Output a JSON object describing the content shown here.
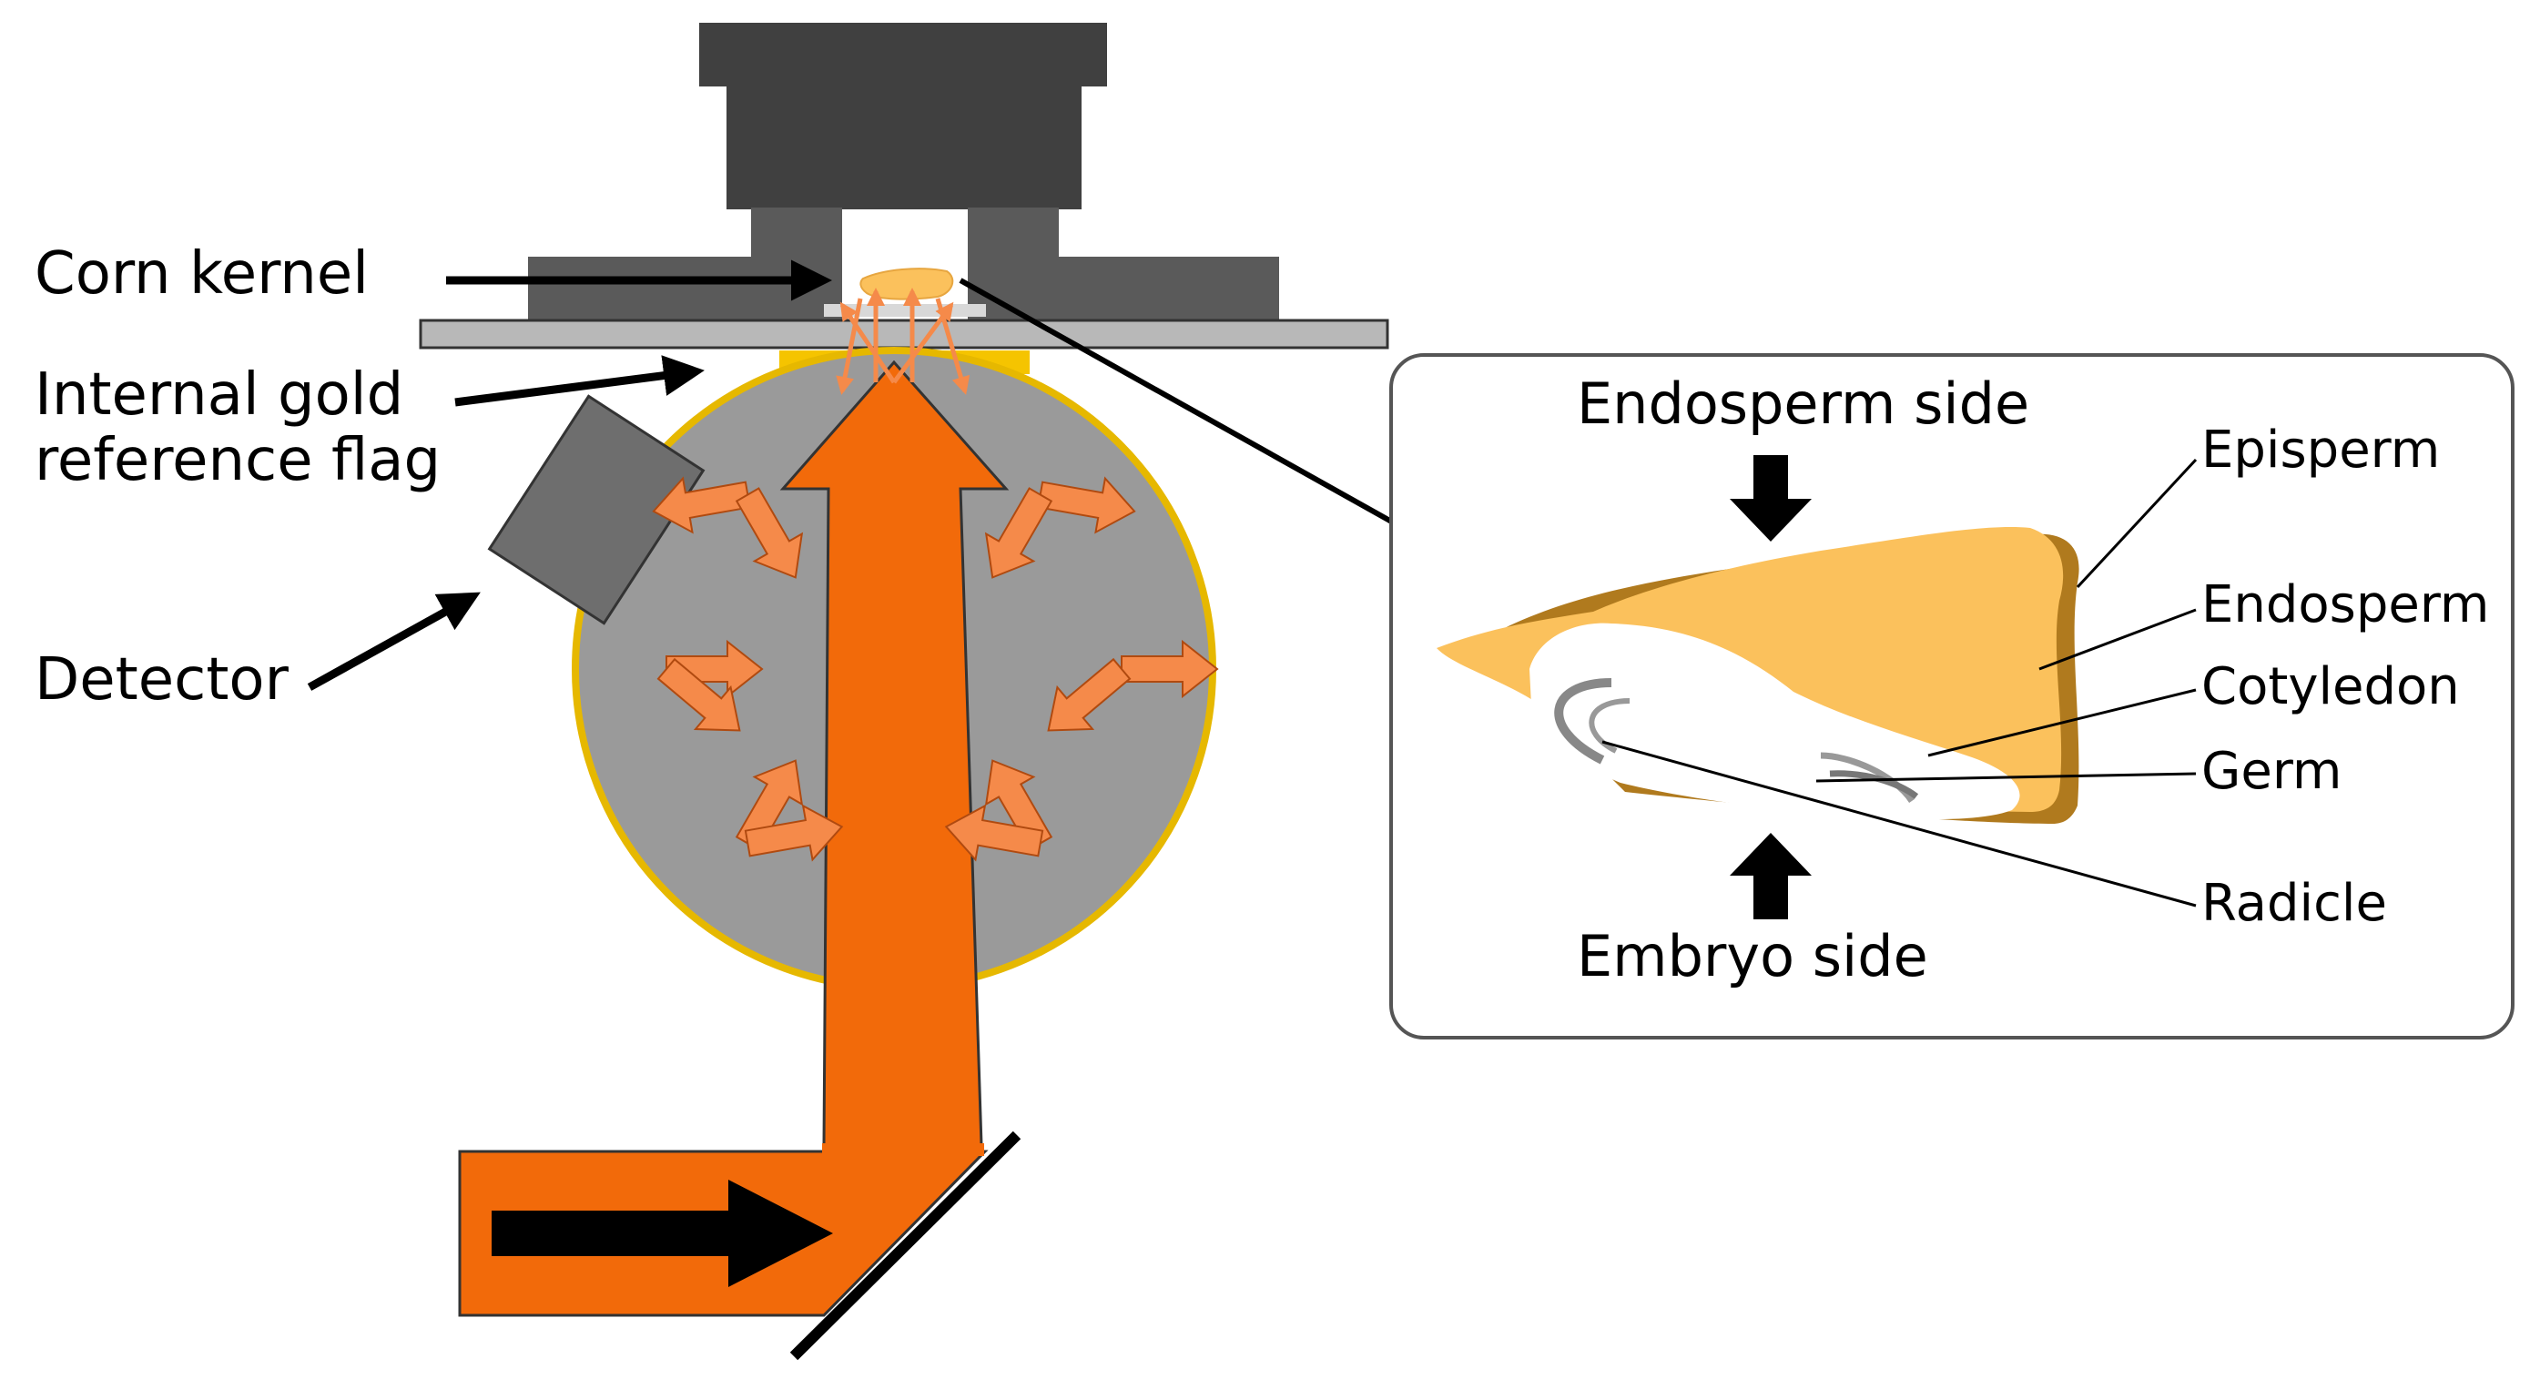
{
  "labels": {
    "corn_kernel": "Corn kernel",
    "gold_flag_line1": "Internal gold",
    "gold_flag_line2": "reference flag",
    "detector": "Detector"
  },
  "inset": {
    "endosperm_side": "Endosperm side",
    "embryo_side": "Embryo side",
    "parts": {
      "episperm": "Episperm",
      "endosperm": "Endosperm",
      "cotyledon": "Cotyledon",
      "germ": "Germ",
      "radicle": "Radicle"
    }
  },
  "colors": {
    "beam_orange": "#f26a0a",
    "arrow_orange": "#f58a4a",
    "kernel_yellow": "#fbc15c",
    "kernel_outline": "#c8942a",
    "gold": "#f5c400",
    "sphere_gray": "#9a9a9a",
    "holder_dark": "#404040",
    "holder_mid": "#5a5a5a",
    "plate_gray": "#b8b8b8",
    "detector_gray": "#6e6e6e"
  }
}
